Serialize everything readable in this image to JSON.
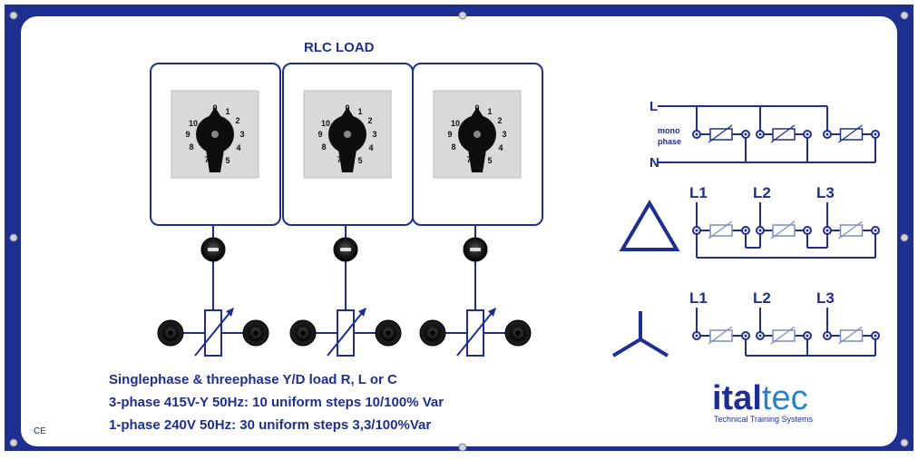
{
  "panel": {
    "title": "RLC LOAD",
    "description": [
      "Singlephase & threephase Y/D load R, L or C",
      "3-phase 415V-Y 50Hz: 10 uniform steps 10/100% Var",
      "1-phase  240V   50Hz: 30 uniform steps 3,3/100%Var"
    ],
    "ce_mark": "CE"
  },
  "selector_switches": [
    {
      "positions": [
        "0",
        "1",
        "2",
        "3",
        "4",
        "5",
        "7",
        "8",
        "9",
        "10"
      ]
    },
    {
      "positions": [
        "0",
        "1",
        "2",
        "3",
        "4",
        "5",
        "7",
        "8",
        "9",
        "10"
      ]
    },
    {
      "positions": [
        "0",
        "1",
        "2",
        "3",
        "4",
        "5",
        "7",
        "8",
        "9",
        "10"
      ]
    }
  ],
  "diagrams": {
    "monophase": {
      "line": "L",
      "neutral": "N",
      "label_1": "mono",
      "label_2": "phase"
    },
    "delta": {
      "phases": [
        "L1",
        "L2",
        "L3"
      ]
    },
    "star": {
      "phases": [
        "L1",
        "L2",
        "L3"
      ]
    }
  },
  "brand": {
    "name_1": "ital",
    "name_2": "tec",
    "tagline": "Technical Training Systems"
  },
  "colors": {
    "panel_bg": "#1f2f8f",
    "panel_face": "#ffffff",
    "text": "#1f2f8f",
    "accent": "#2a83c8"
  }
}
